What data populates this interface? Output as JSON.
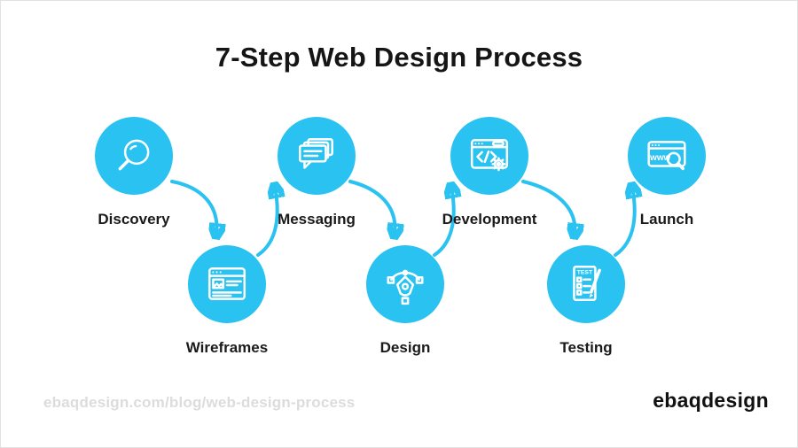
{
  "title": "7-Step Web Design Process",
  "colors": {
    "accent": "#29c2f1",
    "title_text": "#151515",
    "label_text": "#1a1a1a",
    "source_url_text": "#dcdcdc",
    "brand_text": "#111111",
    "background": "#ffffff"
  },
  "steps": [
    {
      "label": "Discovery",
      "icon": "magnifier-icon"
    },
    {
      "label": "Wireframes",
      "icon": "wireframe-browser-icon"
    },
    {
      "label": "Messaging",
      "icon": "chat-bubbles-icon"
    },
    {
      "label": "Design",
      "icon": "pen-tool-icon"
    },
    {
      "label": "Development",
      "icon": "code-gear-icon"
    },
    {
      "label": "Testing",
      "icon": "checklist-pencil-icon",
      "icon_text": "TEST"
    },
    {
      "label": "Launch",
      "icon": "www-search-icon",
      "icon_text": "www"
    }
  ],
  "footer": {
    "url": "ebaqdesign.com/blog/web-design-process",
    "brand": "ebaqdesign"
  }
}
